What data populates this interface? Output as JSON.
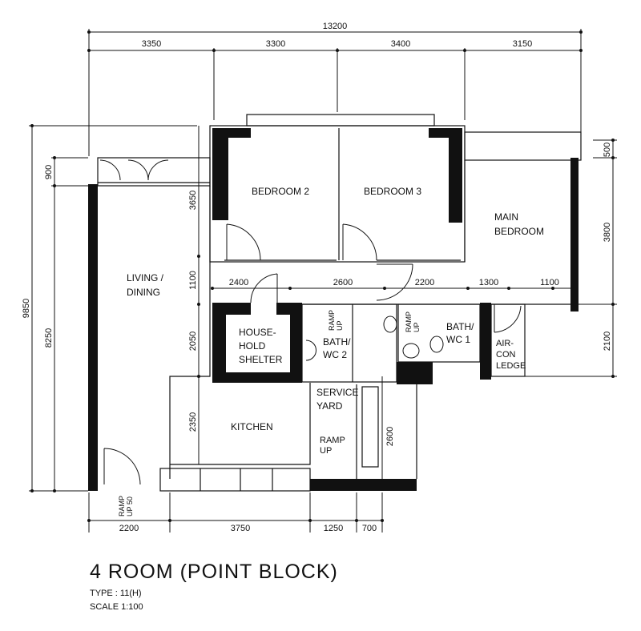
{
  "title": "4 ROOM (POINT BLOCK)",
  "type_line": "TYPE : 11(H)",
  "scale_line": "SCALE   1:100",
  "rooms": {
    "bedroom2": "BEDROOM 2",
    "bedroom3": "BEDROOM 3",
    "main_bedroom_1": "MAIN",
    "main_bedroom_2": "BEDROOM",
    "living_1": "LIVING /",
    "living_2": "DINING",
    "shelter_1": "HOUSE-",
    "shelter_2": "HOLD",
    "shelter_3": "SHELTER",
    "bath2_1": "BATH/",
    "bath2_2": "WC  2",
    "bath1_1": "BATH/",
    "bath1_2": "WC  1",
    "aircon_1": "AIR-",
    "aircon_2": "CON",
    "aircon_3": "LEDGE",
    "service_1": "SERVICE",
    "service_2": "YARD",
    "kitchen": "KITCHEN",
    "ramp_a": "RAMP",
    "ramp_b": "UP",
    "ramp_50a": "RAMP",
    "ramp_50b": "UP 50"
  },
  "dimensions": {
    "top_total": "13200",
    "top": [
      "3350",
      "3300",
      "3400",
      "3150"
    ],
    "left_total": "9850",
    "left_8250": "8250",
    "left_900": "900",
    "inner_left": [
      "3650",
      "1100",
      "2050",
      "2350"
    ],
    "right": [
      "500",
      "3800",
      "2100"
    ],
    "middle": [
      "2400",
      "2600",
      "2200",
      "1300",
      "1100"
    ],
    "yard": "2600",
    "bottom": [
      "2200",
      "3750",
      "1250",
      "700"
    ]
  }
}
